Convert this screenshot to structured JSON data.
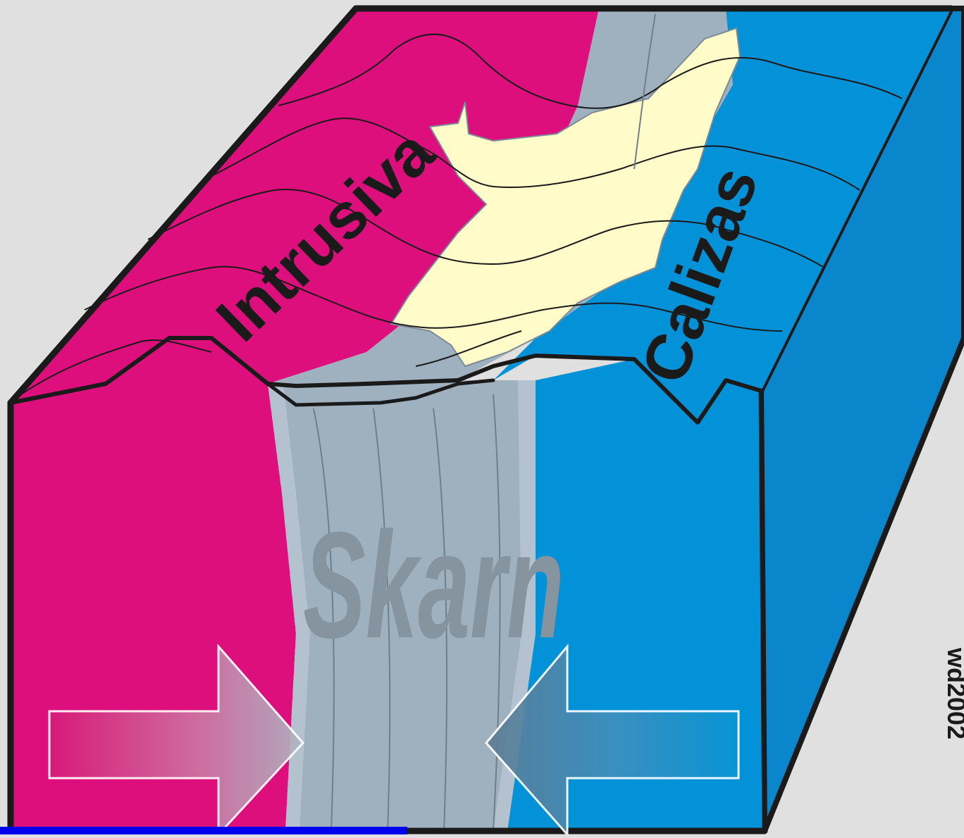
{
  "labels": {
    "intrusive": "Intrusiva",
    "limestone": "Calizas",
    "skarn": "Skarn",
    "credit": "wd2002"
  },
  "colors": {
    "background": "#e0e0e0",
    "intrusive": "#dc0f7c",
    "limestone": "#0391d8",
    "limestone_side": "#0a86cc",
    "skarn": "#9fb1bf",
    "skarn_text": "#85949f",
    "ore": "#fffcc9",
    "outline": "#1a1a1a",
    "bottom_bar": "#0000ee"
  }
}
